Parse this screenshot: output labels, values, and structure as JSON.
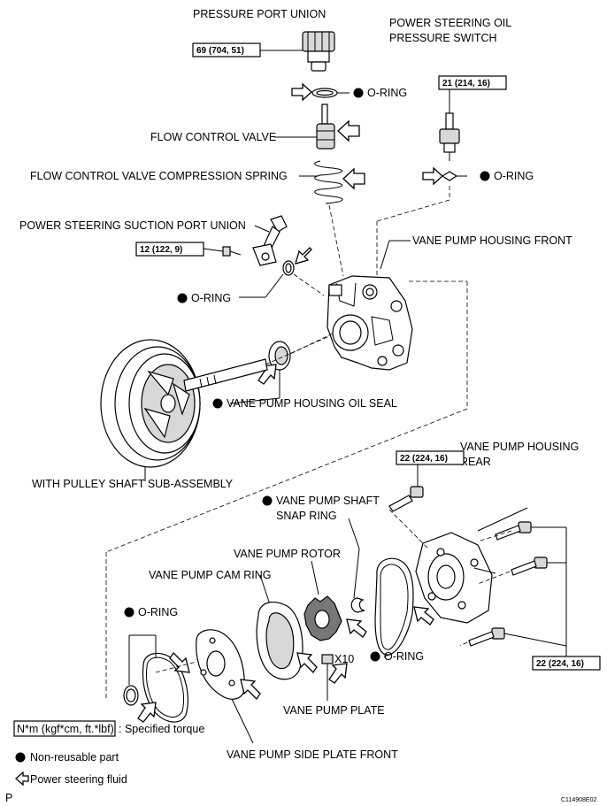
{
  "labels": {
    "pressure_port_union": "PRESSURE PORT UNION",
    "ps_oil_pressure_switch_1": "POWER STEERING OIL",
    "ps_oil_pressure_switch_2": "PRESSURE SWITCH",
    "o_ring": "O-RING",
    "flow_control_valve": "FLOW CONTROL VALVE",
    "flow_control_valve_spring": "FLOW CONTROL VALVE COMPRESSION SPRING",
    "suction_port_union": "POWER STEERING SUCTION PORT UNION",
    "vane_pump_housing_front": "VANE PUMP HOUSING FRONT",
    "vane_pump_housing_oil_seal": "VANE PUMP HOUSING OIL SEAL",
    "with_pulley_shaft": "WITH PULLEY SHAFT SUB-ASSEMBLY",
    "vane_pump_housing_rear_1": "VANE PUMP HOUSING",
    "vane_pump_housing_rear_2": "REAR",
    "vane_pump_shaft_snap_ring_1": "VANE PUMP SHAFT",
    "vane_pump_shaft_snap_ring_2": "SNAP RING",
    "vane_pump_rotor": "VANE PUMP ROTOR",
    "vane_pump_cam_ring": "VANE PUMP CAM RING",
    "vane_pump_plate": "VANE PUMP PLATE",
    "vane_pump_side_plate_front": "VANE PUMP SIDE PLATE FRONT",
    "x10": "X10"
  },
  "torques": {
    "pressure_port_union": "69 (704, 51)",
    "pressure_switch": "21 (214, 16)",
    "suction_port_union": "12 (122, 9)",
    "housing_rear_bolt_top": "22 (224, 16)",
    "housing_rear_bolts_right": "22 (224, 16)"
  },
  "legend": {
    "torque_unit": "N*m (kgf*cm, ft.*lbf)",
    "torque_desc": ": Specified torque",
    "non_reusable": "Non-reusable part",
    "ps_fluid": "Power steering fluid"
  },
  "corner": {
    "left": "P",
    "right": "C114908E02"
  }
}
